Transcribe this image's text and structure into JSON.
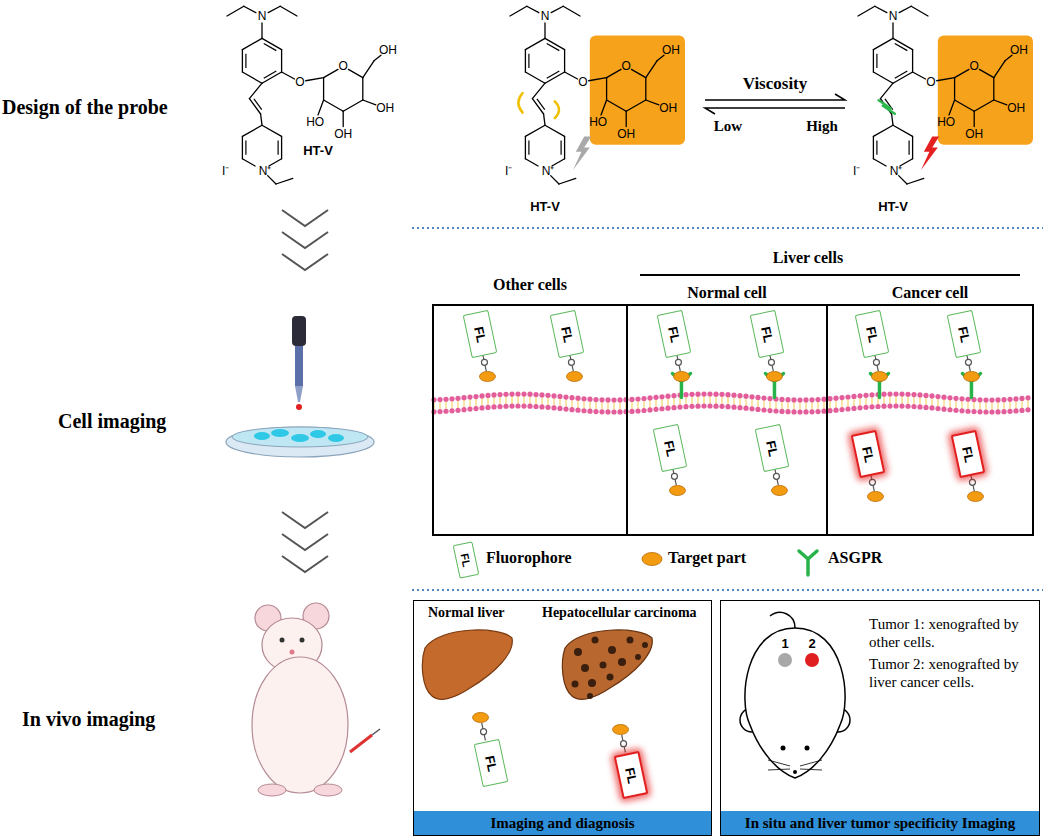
{
  "diagram": {
    "nodes": [
      {
        "text": [
          "Other cells"
        ]
      },
      {
        "text": [
          "Normal cell"
        ]
      },
      {
        "text": [
          "Cancer cell"
        ]
      },
      {
        "text": [
          "FL"
        ],
        "in": 0
      },
      {
        "text": [
          "FL"
        ],
        "in": 0
      },
      {
        "text": [
          "FL"
        ],
        "in": 1
      },
      {
        "text": [
          "FL"
        ],
        "in": 1
      },
      {
        "text": [
          "FL"
        ],
        "in": 1
      },
      {
        "text": [
          "FL"
        ],
        "in": 1
      },
      {
        "text": [
          "FL"
        ],
        "in": 2
      },
      {
        "text": [
          "FL"
        ],
        "in": 2
      },
      {
        "text": [
          "FL"
        ],
        "in": 2
      },
      {
        "text": [
          "FL"
        ],
        "in": 2
      },
      {
        "text": [
          "FL"
        ]
      },
      {
        "text": [
          "Normal liver",
          "Hepatocellular carcinoma"
        ]
      },
      {
        "text": [
          "FL"
        ],
        "in": 14
      },
      {
        "text": [
          "FL"
        ],
        "in": 14
      },
      {
        "text": [
          "Imaging and diagnosis"
        ],
        "in": 14
      },
      {
        "text": [
          "Tumor 1: xenografted by other cells.",
          "Tumor 2: xenografted by liver cancer cells."
        ]
      },
      {
        "text": [
          "In situ and liver tumor specificity Imaging"
        ],
        "in": 18
      }
    ],
    "labels": [
      "Design of the probe",
      "Cell imaging",
      "In vivo imaging",
      "N",
      "O",
      "O",
      "HO",
      "OH",
      "OH",
      "OH",
      "N⁺",
      "I⁻",
      "HT-V",
      "N",
      "O",
      "O",
      "HO",
      "OH",
      "OH",
      "OH",
      "N⁺",
      "I⁻",
      "HT-V",
      "Viscosity",
      "Low",
      "High",
      "N",
      "O",
      "O",
      "HO",
      "OH",
      "OH",
      "OH",
      "N⁺",
      "I⁻",
      "HT-V",
      "Liver cells",
      "1",
      "2"
    ],
    "legend": [
      {
        "text": "Fluorophore"
      },
      {
        "text": "Target part"
      },
      {
        "text": "ASGPR"
      }
    ]
  }
}
